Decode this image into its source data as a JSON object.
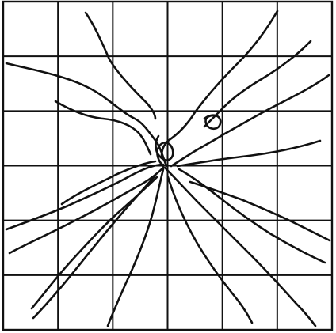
{
  "figure": {
    "type": "grid-with-radiating-cracks",
    "grid": {
      "columns": 6,
      "rows": 6
    },
    "colors": {
      "background": "#ffffff",
      "cell_fill": "#ffffff",
      "line": "#111111"
    },
    "crack_count": 15
  }
}
